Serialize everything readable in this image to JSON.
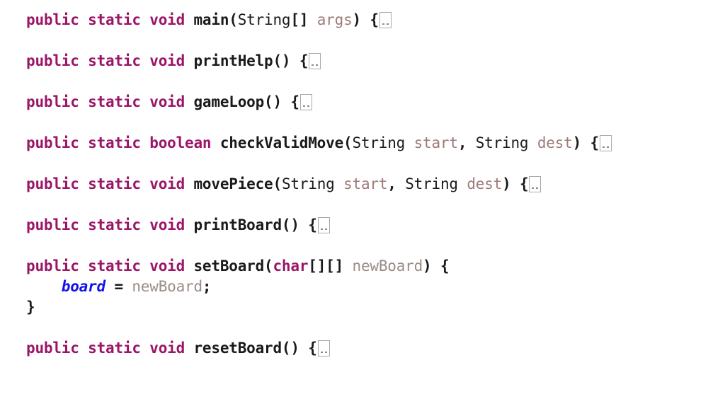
{
  "editor": {
    "language": "java",
    "background_color": "#ffffff",
    "fold_marker_label": "...",
    "fold_marker_name": "folded-code-region"
  },
  "theme": {
    "keyword_color": "#9B1567",
    "method_color": "#1a1a1a",
    "type_color": "#1a1a1a",
    "parameter_color": "#9E7B79",
    "local_variable_color": "#9A8C85",
    "static_field_color": "#1111EE",
    "punctuation_color": "#1a1a1a",
    "fold_box_border_color": "#a9a9a9"
  },
  "code": {
    "lines": [
      {
        "id": "line-main",
        "type": "folded-method",
        "text": "public static void main(String[] args) {",
        "tokens": [
          {
            "t": "public",
            "c": "keyword"
          },
          {
            "t": " ",
            "c": "plain"
          },
          {
            "t": "static",
            "c": "keyword"
          },
          {
            "t": " ",
            "c": "plain"
          },
          {
            "t": "void",
            "c": "keyword"
          },
          {
            "t": " ",
            "c": "plain"
          },
          {
            "t": "main",
            "c": "method"
          },
          {
            "t": "(",
            "c": "punct"
          },
          {
            "t": "String",
            "c": "type"
          },
          {
            "t": "[]",
            "c": "punct"
          },
          {
            "t": " ",
            "c": "plain"
          },
          {
            "t": "args",
            "c": "param"
          },
          {
            "t": ")",
            "c": "punct"
          },
          {
            "t": " ",
            "c": "plain"
          },
          {
            "t": "{",
            "c": "brace"
          },
          {
            "t": "FOLD",
            "c": "fold"
          }
        ]
      },
      {
        "id": "blank-1",
        "type": "blank",
        "text": "",
        "tokens": []
      },
      {
        "id": "line-printHelp",
        "type": "folded-method",
        "text": "public static void printHelp() {",
        "tokens": [
          {
            "t": "public",
            "c": "keyword"
          },
          {
            "t": " ",
            "c": "plain"
          },
          {
            "t": "static",
            "c": "keyword"
          },
          {
            "t": " ",
            "c": "plain"
          },
          {
            "t": "void",
            "c": "keyword"
          },
          {
            "t": " ",
            "c": "plain"
          },
          {
            "t": "printHelp",
            "c": "method"
          },
          {
            "t": "()",
            "c": "punct"
          },
          {
            "t": " ",
            "c": "plain"
          },
          {
            "t": "{",
            "c": "brace"
          },
          {
            "t": "FOLD",
            "c": "fold"
          }
        ]
      },
      {
        "id": "blank-2",
        "type": "blank",
        "text": "",
        "tokens": []
      },
      {
        "id": "line-gameLoop",
        "type": "folded-method",
        "text": "public static void gameLoop() {",
        "tokens": [
          {
            "t": "public",
            "c": "keyword"
          },
          {
            "t": " ",
            "c": "plain"
          },
          {
            "t": "static",
            "c": "keyword"
          },
          {
            "t": " ",
            "c": "plain"
          },
          {
            "t": "void",
            "c": "keyword"
          },
          {
            "t": " ",
            "c": "plain"
          },
          {
            "t": "gameLoop",
            "c": "method"
          },
          {
            "t": "()",
            "c": "punct"
          },
          {
            "t": " ",
            "c": "plain"
          },
          {
            "t": "{",
            "c": "brace"
          },
          {
            "t": "FOLD",
            "c": "fold"
          }
        ]
      },
      {
        "id": "blank-3",
        "type": "blank",
        "text": "",
        "tokens": []
      },
      {
        "id": "line-checkValidMove",
        "type": "folded-method",
        "text": "public static boolean checkValidMove(String start, String dest) {",
        "tokens": [
          {
            "t": "public",
            "c": "keyword"
          },
          {
            "t": " ",
            "c": "plain"
          },
          {
            "t": "static",
            "c": "keyword"
          },
          {
            "t": " ",
            "c": "plain"
          },
          {
            "t": "boolean",
            "c": "keyword"
          },
          {
            "t": " ",
            "c": "plain"
          },
          {
            "t": "checkValidMove",
            "c": "method"
          },
          {
            "t": "(",
            "c": "punct"
          },
          {
            "t": "String",
            "c": "type"
          },
          {
            "t": " ",
            "c": "plain"
          },
          {
            "t": "start",
            "c": "param"
          },
          {
            "t": ",",
            "c": "punct"
          },
          {
            "t": " ",
            "c": "plain"
          },
          {
            "t": "String",
            "c": "type"
          },
          {
            "t": " ",
            "c": "plain"
          },
          {
            "t": "dest",
            "c": "param"
          },
          {
            "t": ")",
            "c": "punct"
          },
          {
            "t": " ",
            "c": "plain"
          },
          {
            "t": "{",
            "c": "brace"
          },
          {
            "t": "FOLD",
            "c": "fold"
          }
        ]
      },
      {
        "id": "blank-4",
        "type": "blank",
        "text": "",
        "tokens": []
      },
      {
        "id": "line-movePiece",
        "type": "folded-method",
        "text": "public static void movePiece(String start, String dest) {",
        "tokens": [
          {
            "t": "public",
            "c": "keyword"
          },
          {
            "t": " ",
            "c": "plain"
          },
          {
            "t": "static",
            "c": "keyword"
          },
          {
            "t": " ",
            "c": "plain"
          },
          {
            "t": "void",
            "c": "keyword"
          },
          {
            "t": " ",
            "c": "plain"
          },
          {
            "t": "movePiece",
            "c": "method"
          },
          {
            "t": "(",
            "c": "punct"
          },
          {
            "t": "String",
            "c": "type"
          },
          {
            "t": " ",
            "c": "plain"
          },
          {
            "t": "start",
            "c": "param"
          },
          {
            "t": ",",
            "c": "punct"
          },
          {
            "t": " ",
            "c": "plain"
          },
          {
            "t": "String",
            "c": "type"
          },
          {
            "t": " ",
            "c": "plain"
          },
          {
            "t": "dest",
            "c": "param"
          },
          {
            "t": ")",
            "c": "punct"
          },
          {
            "t": " ",
            "c": "plain"
          },
          {
            "t": "{",
            "c": "brace"
          },
          {
            "t": "FOLD",
            "c": "fold"
          }
        ]
      },
      {
        "id": "blank-5",
        "type": "blank",
        "text": "",
        "tokens": []
      },
      {
        "id": "line-printBoard",
        "type": "folded-method",
        "text": "public static void printBoard() {",
        "tokens": [
          {
            "t": "public",
            "c": "keyword"
          },
          {
            "t": " ",
            "c": "plain"
          },
          {
            "t": "static",
            "c": "keyword"
          },
          {
            "t": " ",
            "c": "plain"
          },
          {
            "t": "void",
            "c": "keyword"
          },
          {
            "t": " ",
            "c": "plain"
          },
          {
            "t": "printBoard",
            "c": "method"
          },
          {
            "t": "()",
            "c": "punct"
          },
          {
            "t": " ",
            "c": "plain"
          },
          {
            "t": "{",
            "c": "brace"
          },
          {
            "t": "FOLD",
            "c": "fold"
          }
        ]
      },
      {
        "id": "blank-6",
        "type": "blank",
        "text": "",
        "tokens": []
      },
      {
        "id": "line-setBoard-signature",
        "type": "method-signature",
        "text": "public static void setBoard(char[][] newBoard) {",
        "tokens": [
          {
            "t": "public",
            "c": "keyword"
          },
          {
            "t": " ",
            "c": "plain"
          },
          {
            "t": "static",
            "c": "keyword"
          },
          {
            "t": " ",
            "c": "plain"
          },
          {
            "t": "void",
            "c": "keyword"
          },
          {
            "t": " ",
            "c": "plain"
          },
          {
            "t": "setBoard",
            "c": "method"
          },
          {
            "t": "(",
            "c": "punct"
          },
          {
            "t": "char",
            "c": "keyword"
          },
          {
            "t": "[][]",
            "c": "punct"
          },
          {
            "t": " ",
            "c": "plain"
          },
          {
            "t": "newBoard",
            "c": "local"
          },
          {
            "t": ")",
            "c": "punct"
          },
          {
            "t": " ",
            "c": "plain"
          },
          {
            "t": "{",
            "c": "brace"
          }
        ]
      },
      {
        "id": "line-setBoard-body",
        "type": "statement",
        "text": "    board = newBoard;",
        "tokens": [
          {
            "t": "    ",
            "c": "plain"
          },
          {
            "t": "board",
            "c": "field"
          },
          {
            "t": " ",
            "c": "plain"
          },
          {
            "t": "=",
            "c": "punct"
          },
          {
            "t": " ",
            "c": "plain"
          },
          {
            "t": "newBoard",
            "c": "local"
          },
          {
            "t": ";",
            "c": "punct"
          }
        ]
      },
      {
        "id": "line-setBoard-close",
        "type": "closing-brace",
        "text": "}",
        "tokens": [
          {
            "t": "}",
            "c": "brace"
          }
        ]
      },
      {
        "id": "blank-7",
        "type": "blank",
        "text": "",
        "tokens": []
      },
      {
        "id": "line-resetBoard",
        "type": "folded-method",
        "text": "public static void resetBoard() {",
        "tokens": [
          {
            "t": "public",
            "c": "keyword"
          },
          {
            "t": " ",
            "c": "plain"
          },
          {
            "t": "static",
            "c": "keyword"
          },
          {
            "t": " ",
            "c": "plain"
          },
          {
            "t": "void",
            "c": "keyword"
          },
          {
            "t": " ",
            "c": "plain"
          },
          {
            "t": "resetBoard",
            "c": "method"
          },
          {
            "t": "()",
            "c": "punct"
          },
          {
            "t": " ",
            "c": "plain"
          },
          {
            "t": "{",
            "c": "brace"
          },
          {
            "t": "FOLD",
            "c": "fold"
          }
        ]
      }
    ]
  }
}
